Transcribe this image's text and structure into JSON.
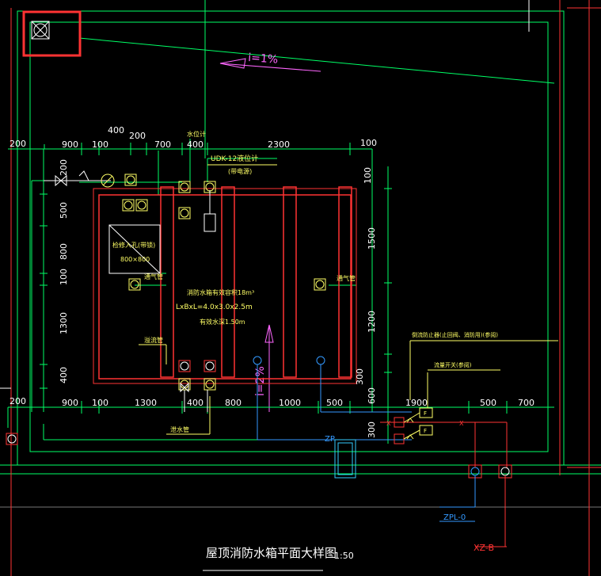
{
  "drawing": {
    "title": "屋顶消防水箱平面大样图",
    "scale": "1:50",
    "slope_top": "i=1%",
    "slope_mid": "i=2%",
    "tank": {
      "name": "消防水箱有效容积18m³",
      "size": "LxBxL=4.0x3.0x2.5m",
      "water_level": "有效水深1.50m"
    },
    "labels": {
      "level_meter": "水位计",
      "udk": "UDK-12液位计",
      "udk_note": "(带电源)",
      "manhole": "检修入孔(带锁)",
      "manhole_size": "800×800",
      "vent_left": "通气管",
      "vent_right": "通气管",
      "overflow": "溢流管",
      "drain": "泄水管",
      "valve_note": "倒流防止器(止回阀、消防用)(参阅)",
      "pressure_switch": "流量开关(参阅)",
      "zp": "ZP",
      "zpl": "ZPL-0",
      "xzb": "XZ-B",
      "x1": "X",
      "x2": "X"
    },
    "dims_top": [
      "200",
      "900",
      "100",
      "400",
      "200",
      "700",
      "400",
      "2300",
      "100"
    ],
    "dims_left": [
      "200",
      "500",
      "800",
      "100",
      "1300",
      "400"
    ],
    "dims_right": [
      "100",
      "1500",
      "1200",
      "300",
      "600",
      "300"
    ],
    "dims_bottom": [
      "200",
      "900",
      "100",
      "1300",
      "400",
      "800",
      "1000",
      "500",
      "1900",
      "500",
      "700"
    ]
  }
}
